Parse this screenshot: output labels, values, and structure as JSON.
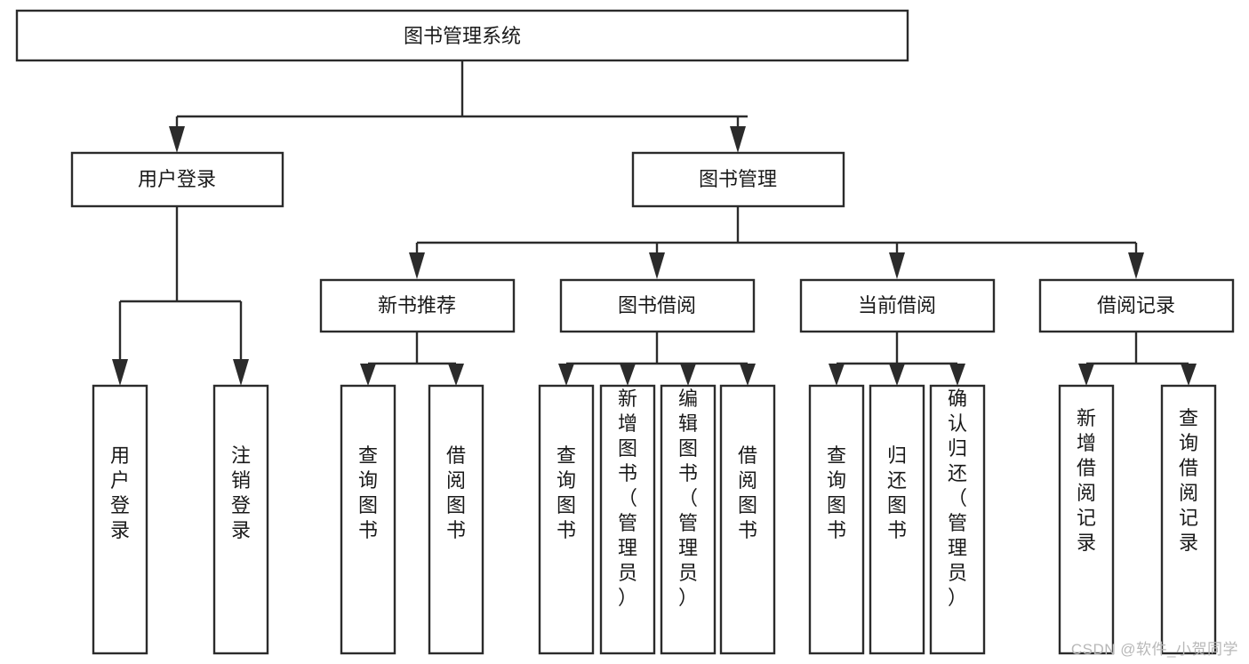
{
  "diagram": {
    "type": "tree-hierarchy-chart",
    "title": "图书管理系统",
    "watermark": "CSDN @软件_小贺同学",
    "colors": {
      "stroke": "#2b2b2b",
      "fill": "#ffffff",
      "text": "#1a1a1a",
      "watermark": "#b8b8b8",
      "background": "#ffffff"
    },
    "levels": [
      {
        "level": 1,
        "nodes": [
          {
            "id": "root",
            "label": "图书管理系统",
            "orientation": "horizontal"
          }
        ]
      },
      {
        "level": 2,
        "nodes": [
          {
            "id": "login",
            "label": "用户登录",
            "orientation": "horizontal",
            "parent": "root"
          },
          {
            "id": "bookmgmt",
            "label": "图书管理",
            "orientation": "horizontal",
            "parent": "root"
          }
        ]
      },
      {
        "level": 3,
        "nodes": [
          {
            "id": "newbook",
            "label": "新书推荐",
            "orientation": "horizontal",
            "parent": "bookmgmt"
          },
          {
            "id": "borrow",
            "label": "图书借阅",
            "orientation": "horizontal",
            "parent": "bookmgmt"
          },
          {
            "id": "current",
            "label": "当前借阅",
            "orientation": "horizontal",
            "parent": "bookmgmt"
          },
          {
            "id": "record",
            "label": "借阅记录",
            "orientation": "horizontal",
            "parent": "bookmgmt"
          }
        ]
      },
      {
        "level": 4,
        "nodes": [
          {
            "id": "leaf-1",
            "label": "用户登录",
            "orientation": "vertical",
            "parent": "login"
          },
          {
            "id": "leaf-2",
            "label": "注销登录",
            "orientation": "vertical",
            "parent": "login"
          },
          {
            "id": "leaf-3",
            "label": "查询图书",
            "orientation": "vertical",
            "parent": "newbook"
          },
          {
            "id": "leaf-4",
            "label": "借阅图书",
            "orientation": "vertical",
            "parent": "newbook"
          },
          {
            "id": "leaf-5",
            "label": "查询图书",
            "orientation": "vertical",
            "parent": "borrow"
          },
          {
            "id": "leaf-6",
            "label": "新增图书（管理员）",
            "orientation": "vertical",
            "parent": "borrow"
          },
          {
            "id": "leaf-7",
            "label": "编辑图书（管理员）",
            "orientation": "vertical",
            "parent": "borrow"
          },
          {
            "id": "leaf-8",
            "label": "借阅图书",
            "orientation": "vertical",
            "parent": "borrow"
          },
          {
            "id": "leaf-9",
            "label": "查询图书",
            "orientation": "vertical",
            "parent": "current"
          },
          {
            "id": "leaf-10",
            "label": "归还图书",
            "orientation": "vertical",
            "parent": "current"
          },
          {
            "id": "leaf-11",
            "label": "确认归还（管理员）",
            "orientation": "vertical",
            "parent": "current"
          },
          {
            "id": "leaf-12",
            "label": "新增借阅记录",
            "orientation": "vertical",
            "parent": "record"
          },
          {
            "id": "leaf-13",
            "label": "查询借阅记录",
            "orientation": "vertical",
            "parent": "record"
          }
        ]
      }
    ]
  }
}
